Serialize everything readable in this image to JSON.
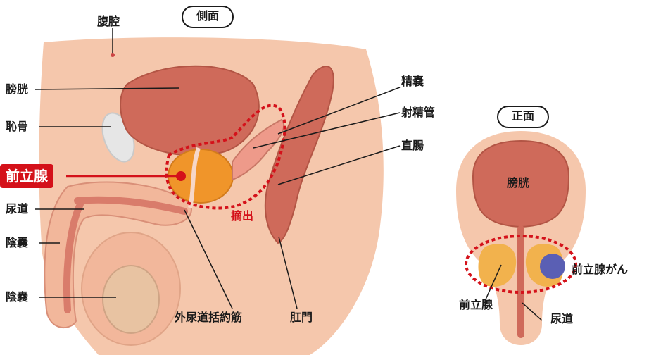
{
  "side_view": {
    "title": "側面",
    "labels": {
      "abdominal_cavity": "腹腔",
      "bladder": "膀胱",
      "pubic_bone": "恥骨",
      "prostate": "前立腺",
      "urethra": "尿道",
      "penis": "陰嚢",
      "scrotum": "陰嚢",
      "seminal_vesicle": "精嚢",
      "ejaculatory_duct": "射精管",
      "rectum": "直腸",
      "excision": "摘出",
      "external_urethral_sphincter": "外尿道括約筋",
      "anus": "肛門"
    }
  },
  "front_view": {
    "title": "正面",
    "labels": {
      "bladder": "膀胱",
      "prostate": "前立腺",
      "prostate_cancer": "前立腺がん",
      "urethra": "尿道"
    }
  },
  "colors": {
    "highlight_red": "#d4111a",
    "skin": "#f5c7ac",
    "organ": "#cf6a5a",
    "prostate_orange": "#f0952a",
    "cancer_blue": "#5a5fb4"
  }
}
